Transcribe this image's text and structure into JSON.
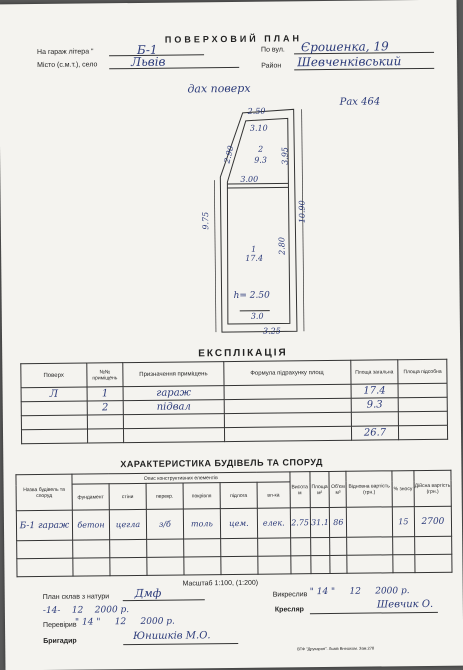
{
  "header": {
    "title": "ПОВЕРХОВИЙ ПЛАН",
    "garage_label": "На гараж літера \"",
    "garage_value": "Б-1",
    "city_label": "Місто (с.м.т.), село",
    "city_value": "Львів",
    "street_label": "По вул.",
    "street_value": "Єрошенка, 19",
    "district_label": "Район",
    "district_value": "Шевченківський",
    "floor_value": "дах поверх",
    "account_value": "Рах 464"
  },
  "plan": {
    "dims": [
      "2.50",
      "3.10",
      "2.90",
      "3.95",
      "3.00",
      "9.75",
      "10.90",
      "2.80",
      "3.0",
      "3.25"
    ],
    "room2": {
      "num": "2",
      "area": "9.3"
    },
    "room1": {
      "num": "1",
      "area": "17.4"
    },
    "height": "h= 2.50"
  },
  "explication": {
    "title": "ЕКСПЛІКАЦІЯ",
    "headers": [
      "Поверх",
      "№№ приміщень",
      "Призначення приміщень",
      "Формула підрахунку площ",
      "Площа загальна",
      "Площа підсобна"
    ],
    "floor": "Л",
    "rows": [
      {
        "num": "1",
        "purpose": "гараж",
        "area": "17.4"
      },
      {
        "num": "2",
        "purpose": "підвал",
        "area": "9.3"
      }
    ],
    "total": "26.7"
  },
  "characteristics": {
    "title": "ХАРАКТЕРИСТИКА БУДІВЕЛЬ ТА СПОРУД",
    "h_name": "Назва будівель та споруд",
    "h_elements": "Опис конструктивних елементів",
    "h_cols": [
      "фундамент",
      "стіни",
      "перекр.",
      "покрівля",
      "підлога",
      "вл-ка"
    ],
    "h_height": "Висота м",
    "h_area": "Площа м²",
    "h_volume": "Об'єм м³",
    "h_cost": "Відновна вартість (грн.)",
    "h_pct": "% зносу",
    "h_real": "Дійсна вартість (грн.)",
    "row_name": "Б-1 гараж",
    "row": [
      "бетон",
      "цегла",
      "з/б",
      "толь",
      "цем.",
      "елек.",
      "2.75",
      "31.1",
      "86",
      "",
      "15",
      "2700"
    ]
  },
  "footer": {
    "scale": "Масштаб 1:100, (1:200)",
    "drawn_label": "План склав з натури",
    "drawn_value": "Дмф",
    "date1": "-14-    12    2000 р.",
    "checked_label": "Перевірив",
    "checked_value": "\" 14 \"     12     2000 р.",
    "drawn2_label": "Викреслив",
    "drawn2_value": "\" 14 \"     12     2000 р.",
    "drafter_label": "Кресляр",
    "drafter_value": "Шевчик О.",
    "foreman_label": "Бригадир",
    "foreman_value": "Юнишків М.О.",
    "print": "ВТФ \"Друкарня\". Львів Внешком. Зам.278"
  }
}
